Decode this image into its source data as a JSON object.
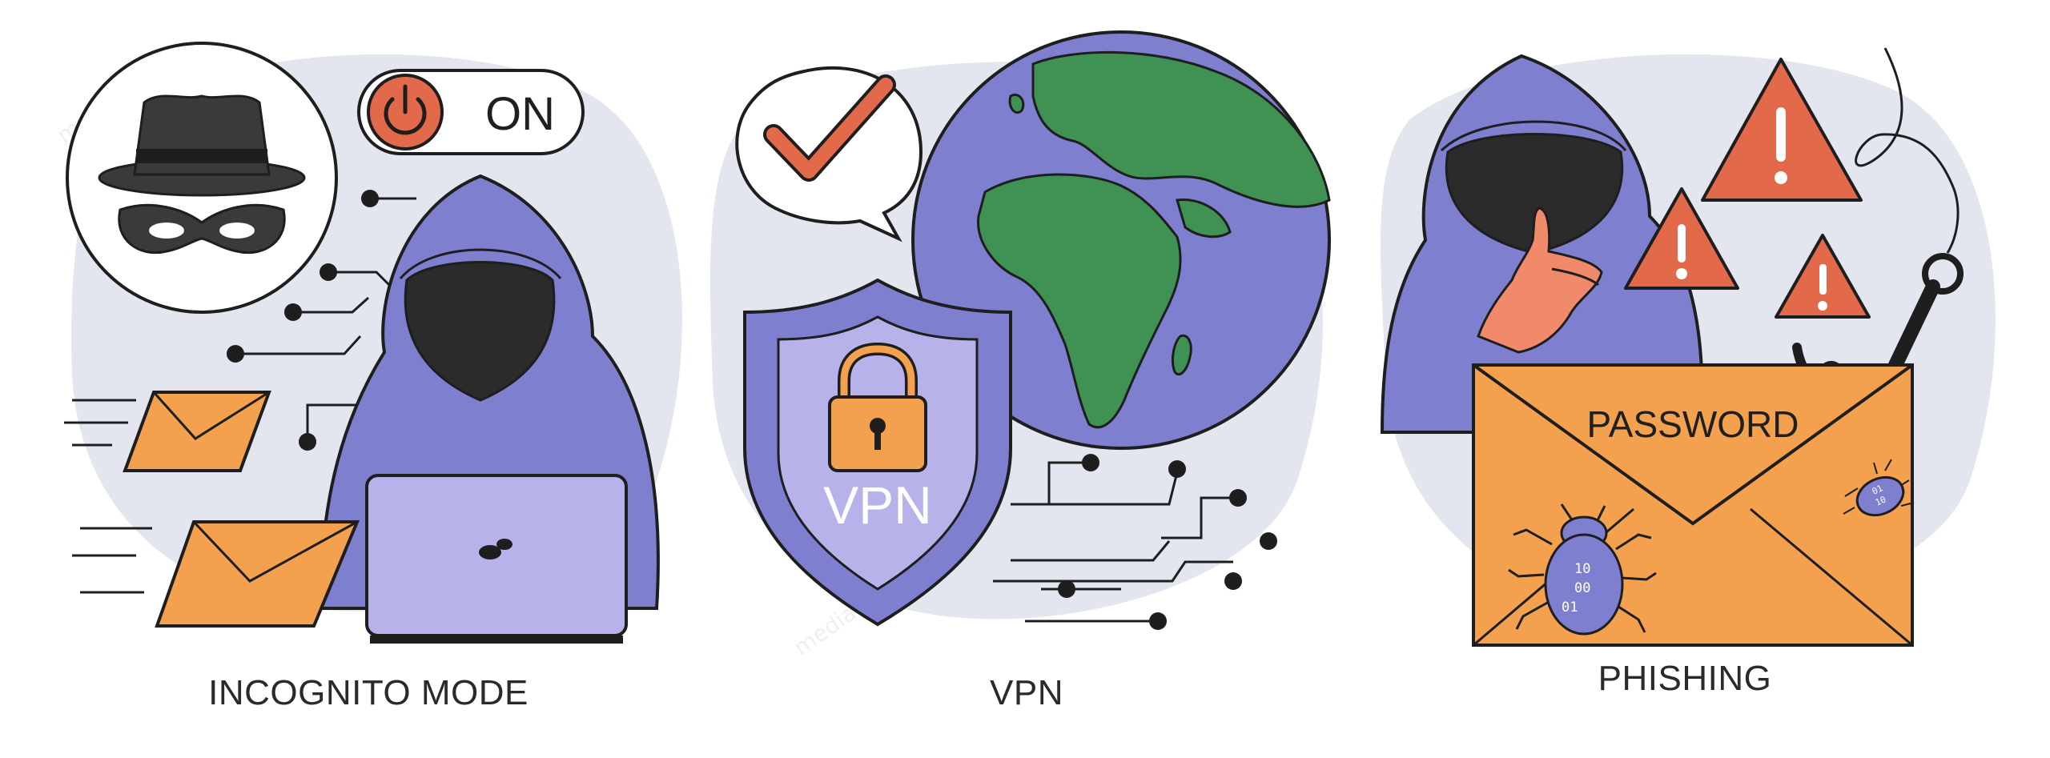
{
  "panels": {
    "incognito": {
      "caption": "INCOGNITO MODE",
      "toggle_label": "ON"
    },
    "vpn": {
      "caption": "VPN",
      "shield_label": "VPN"
    },
    "phishing": {
      "caption": "PHISHING",
      "envelope_label": "PASSWORD",
      "bug_code_large": [
        "10",
        "00",
        "01"
      ],
      "bug_code_small": [
        "01",
        "10"
      ]
    }
  },
  "watermark": "media.gfx",
  "colors": {
    "hood_purple": "#7f7fcf",
    "hood_shadow": "#2b2b2b",
    "laptop_lavender": "#b7b3ea",
    "envelope_orange": "#f3a04f",
    "alert_red": "#e26a4a",
    "globe_ocean": "#7f7fcf",
    "globe_land": "#3f9154",
    "backdrop_grey": "#e3e6ee",
    "outline": "#1e1e1e"
  }
}
